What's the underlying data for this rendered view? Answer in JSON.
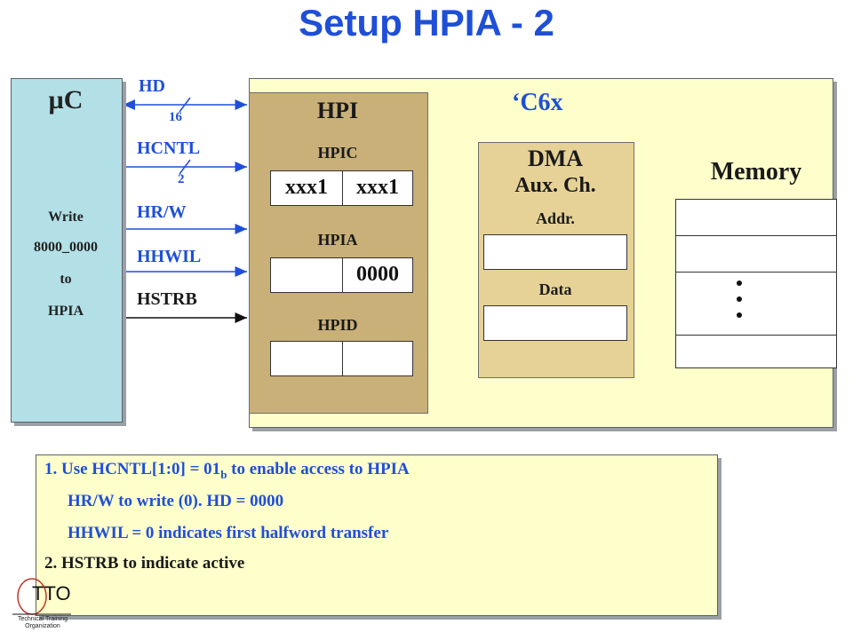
{
  "title": "Setup HPIA - 2",
  "uc": {
    "title": "µC",
    "lines": [
      "Write",
      "8000_0000",
      "to",
      "HPIA"
    ]
  },
  "signals": {
    "hd": "HD",
    "hd_width": "16",
    "hcntl": "HCNTL",
    "hcntl_width": "2",
    "hrw": "HR/W",
    "hhwil": "HHWIL",
    "hstrb": "HSTRB"
  },
  "c6x_label": "‘C6x",
  "hpi": {
    "title": "HPI",
    "hpic_label": "HPIC",
    "hpic_values": [
      "xxx1",
      "xxx1"
    ],
    "hpia_label": "HPIA",
    "hpia_values": [
      "",
      "0000"
    ],
    "hpid_label": "HPID",
    "hpid_values": [
      "",
      ""
    ]
  },
  "dma": {
    "title": "DMA",
    "subtitle": "Aux. Ch.",
    "addr_label": "Addr.",
    "data_label": "Data"
  },
  "memory": {
    "title": "Memory"
  },
  "notes": {
    "line1_prefix": "1. Use HCNTL[1:0] = 01",
    "line1_sub": "b",
    "line1_suffix": " to enable access to HPIA",
    "line2": "HR/W to write (0). HD = 0000",
    "line3": "HHWIL = 0 indicates first halfword transfer",
    "line4": "2. HSTRB to indicate active"
  },
  "logo": {
    "text": "TTO",
    "caption_line1": "Technical Training",
    "caption_line2": "Organization"
  },
  "colors": {
    "title": "#1f4fd8",
    "uc_fill": "#b3e0e6",
    "c6x_fill": "#ffffcc",
    "hpi_fill": "#c8b078",
    "dma_fill": "#e6d296"
  }
}
